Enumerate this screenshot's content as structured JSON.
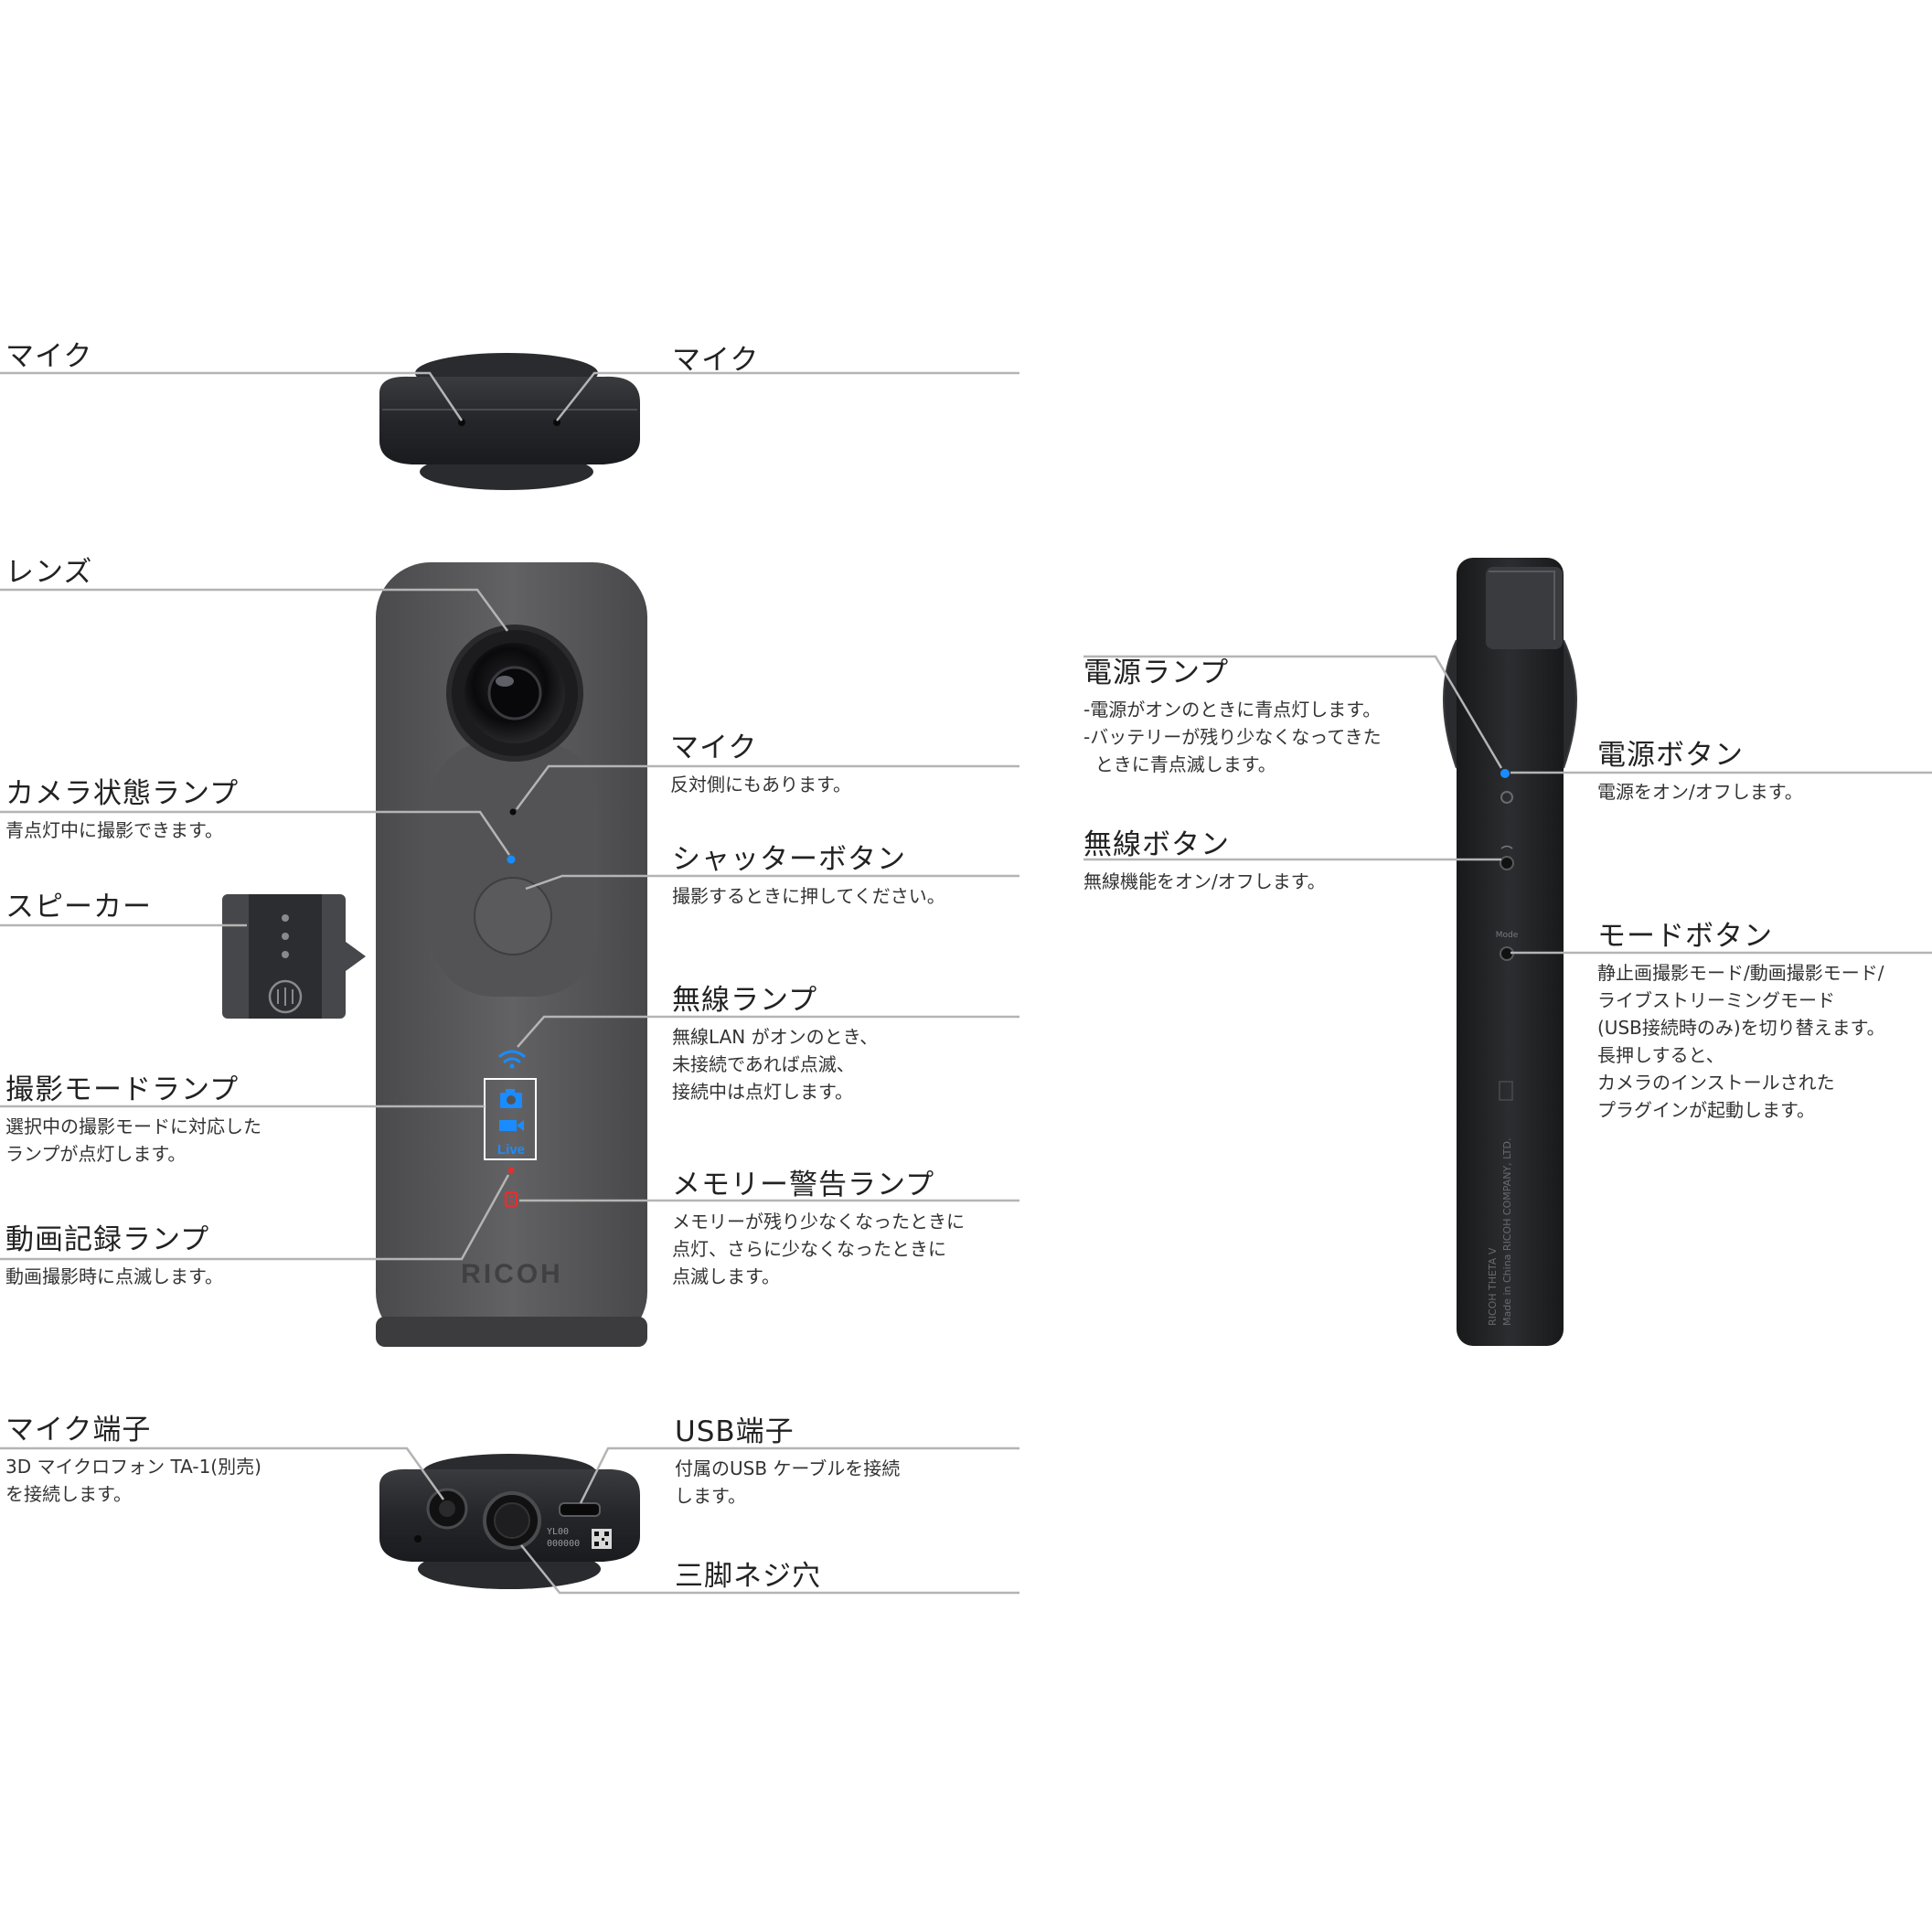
{
  "labels": {
    "mic_top_left": {
      "title": "マイク"
    },
    "mic_top_right": {
      "title": "マイク"
    },
    "lens": {
      "title": "レンズ"
    },
    "mic_front": {
      "title": "マイク",
      "desc": "反対側にもあります。"
    },
    "camera_status_lamp": {
      "title": "カメラ状態ランプ",
      "desc": "青点灯中に撮影できます。"
    },
    "shutter_button": {
      "title": "シャッターボタン",
      "desc": "撮影するときに押してください。"
    },
    "speaker": {
      "title": "スピーカー"
    },
    "wireless_lamp": {
      "title": "無線ランプ",
      "desc": "無線LAN がオンのとき、\n未接続であれば点滅、\n接続中は点灯します。"
    },
    "shooting_mode_lamp": {
      "title": "撮影モードランプ",
      "desc": "選択中の撮影モードに対応した\nランプが点灯します。"
    },
    "memory_warning_lamp": {
      "title": "メモリー警告ランプ",
      "desc": "メモリーが残り少なくなったときに\n点灯、さらに少なくなったときに\n点滅します。"
    },
    "video_record_lamp": {
      "title": "動画記録ランプ",
      "desc": "動画撮影時に点滅します。"
    },
    "mic_terminal": {
      "title": "マイク端子",
      "desc": "3D マイクロフォン TA-1(別売)\nを接続します。"
    },
    "usb_terminal": {
      "title": "USB端子",
      "desc": "付属のUSB ケーブルを接続\nします。"
    },
    "tripod_hole": {
      "title": "三脚ネジ穴"
    },
    "power_lamp": {
      "title": "電源ランプ",
      "desc": "-電源がオンのときに青点灯します。\n-バッテリーが残り少なくなってきた\n  ときに青点滅します。"
    },
    "power_button": {
      "title": "電源ボタン",
      "desc": "電源をオン/オフします。"
    },
    "wireless_button": {
      "title": "無線ボタン",
      "desc": "無線機能をオン/オフします。"
    },
    "mode_button": {
      "title": "モードボタン",
      "desc": "静止画撮影モード/動画撮影モード/\nライブストリーミングモード\n(USB接続時のみ)を切り替えます。\n長押しすると、\nカメラのインストールされた\nプラグインが起動します。"
    }
  },
  "device": {
    "brand": "RICOH",
    "live_label": "Live",
    "bottom_small_text_1": "YL00",
    "bottom_small_text_2": "000000",
    "side_text_1": "RICOH THETA V",
    "side_text_2": "Made in China  RICOH COMPANY, LTD.",
    "side_mode_text": "Mode"
  },
  "colors": {
    "lamp_blue": "#1a8cff",
    "lamp_red": "#e03030",
    "leader_line": "#b4b4b4",
    "body_front": "#5a5a5c",
    "body_dark": "#1e1f21"
  }
}
